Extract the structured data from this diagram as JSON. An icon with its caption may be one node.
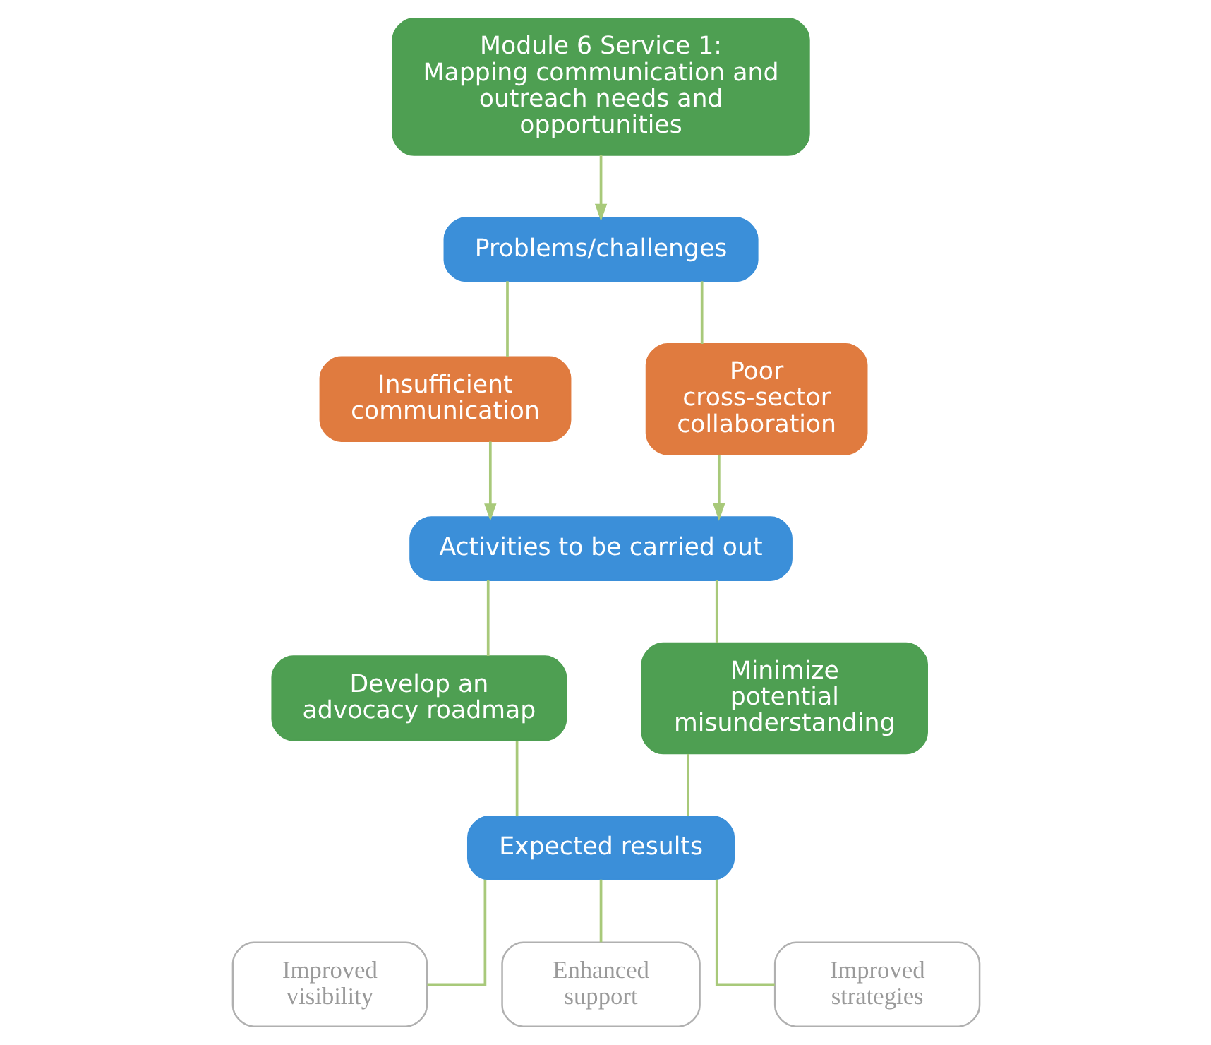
{
  "diagram": {
    "nodes": [
      {
        "text": [
          "Module 6 Service 1: Mapping communication and outreach needs and opportunities"
        ]
      },
      {
        "text": [
          "Problems/challenges"
        ]
      },
      {
        "text": [
          "Insufficient communication"
        ]
      },
      {
        "text": [
          "Poor cross-sector collaboration"
        ]
      },
      {
        "text": [
          "Activities to be carried out"
        ]
      },
      {
        "text": [
          "Develop an advocacy roadmap"
        ]
      },
      {
        "text": [
          "Minimize potential misunderstanding"
        ]
      },
      {
        "text": [
          "Expected results"
        ]
      },
      {
        "text": [
          "Improved visibility"
        ]
      },
      {
        "text": [
          "Enhanced support"
        ]
      },
      {
        "text": [
          "Improved strategies"
        ]
      }
    ],
    "edges": [
      {
        "from": 0,
        "to": 1,
        "arrow": "to"
      },
      {
        "from": 1,
        "to": 2,
        "arrow": "none"
      },
      {
        "from": 1,
        "to": 3,
        "arrow": "none"
      },
      {
        "from": 2,
        "to": 4,
        "arrow": "to"
      },
      {
        "from": 3,
        "to": 4,
        "arrow": "to"
      },
      {
        "from": 4,
        "to": 5,
        "arrow": "none"
      },
      {
        "from": 4,
        "to": 6,
        "arrow": "none"
      },
      {
        "from": 5,
        "to": 7,
        "arrow": "none"
      },
      {
        "from": 6,
        "to": 7,
        "arrow": "none"
      },
      {
        "from": 7,
        "to": 8,
        "arrow": "none"
      },
      {
        "from": 7,
        "to": 9,
        "arrow": "none"
      },
      {
        "from": 7,
        "to": 10,
        "arrow": "none"
      }
    ]
  }
}
